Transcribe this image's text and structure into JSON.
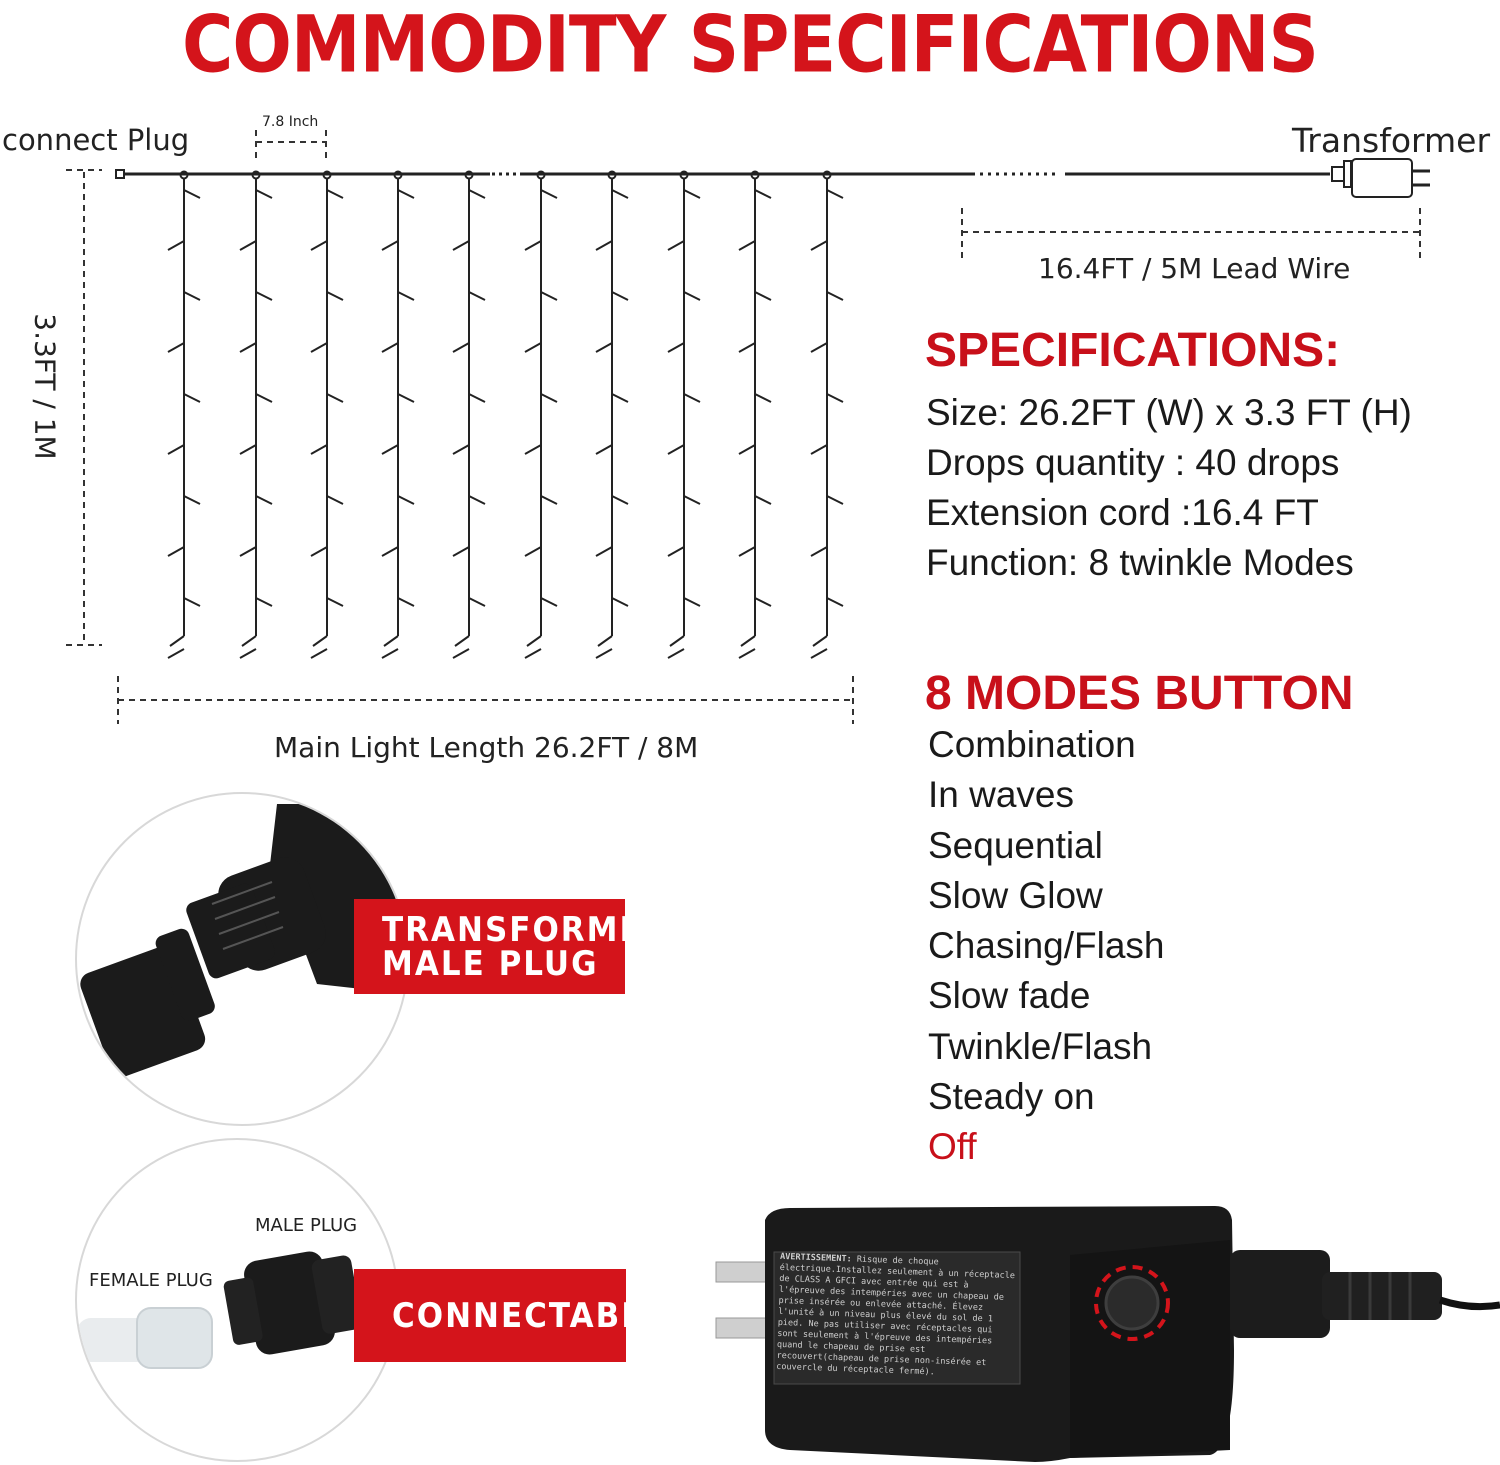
{
  "title": "COMMODITY SPECIFICATIONS",
  "diagram": {
    "connect_plug_label": "connect Plug",
    "transformer_label": "Transformer",
    "spacing_label": "7.8 Inch",
    "height_label": "3.3FT / 1M",
    "lead_wire_label": "16.4FT / 5M Lead Wire",
    "main_length_label": "Main Light Length 26.2FT / 8M"
  },
  "specifications": {
    "heading": "SPECIFICATIONS:",
    "lines": [
      "Size: 26.2FT (W) x 3.3 FT (H)",
      "Drops quantity : 40 drops",
      "Extension cord :16.4 FT",
      "Function: 8 twinkle Modes"
    ]
  },
  "modes": {
    "heading": "8 MODES BUTTON",
    "items": [
      "Combination",
      "In waves",
      "Sequential",
      "Slow Glow",
      "Chasing/Flash",
      "Slow fade",
      "Twinkle/Flash",
      "Steady on",
      "Off"
    ]
  },
  "badges": {
    "transformer_line1": "TRANSFORMER",
    "transformer_line2": "MALE PLUG",
    "connectable": "CONNECTABLE"
  },
  "plug_labels": {
    "male": "MALE PLUG",
    "female": "FEMALE PLUG"
  },
  "adapter_text": {
    "warning_title": "AVERTISSEMENT:",
    "warning_body": "Risque de choque électrique.Installez seulement à un réceptacle de CLASS A GFCI avec entrée qui est à l'épreuve des intempéries avec un chapeau de prise insérée ou enlevée attaché. Élevez l'unité à un niveau plus élevé du sol de 1 pied. Ne pas utiliser avec réceptacles qui sont seulement à l'épreuve des intempéries quand le chapeau de prise est recouvert(chapeau de prise non-insérée et couvercle du réceptacle fermé)."
  },
  "colors": {
    "accent_red": "#d4141b",
    "text": "#1a1a1a"
  }
}
